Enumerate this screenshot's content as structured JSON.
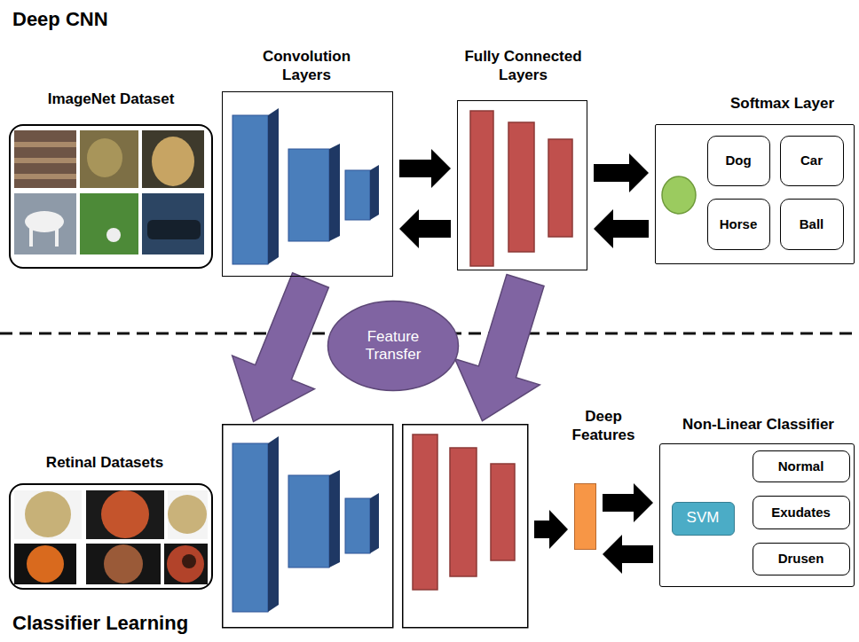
{
  "diagram": {
    "nodes": [
      {
        "text": [
          "ImageNet Dataset"
        ]
      },
      {
        "text": [
          "Convolution Layers"
        ]
      },
      {
        "text": [
          "Fully Connected Layers"
        ]
      },
      {
        "text": [
          "Softmax Layer"
        ]
      },
      {
        "text": [
          "Dog"
        ],
        "in": 3
      },
      {
        "text": [
          "Car"
        ],
        "in": 3
      },
      {
        "text": [
          "Horse"
        ],
        "in": 3
      },
      {
        "text": [
          "Ball"
        ],
        "in": 3
      },
      {
        "text": [
          "Feature Transfer"
        ]
      },
      {
        "text": [
          "Retinal Datasets"
        ]
      },
      {
        "text": [
          "Deep Features"
        ]
      },
      {
        "text": [
          "Non-Linear Classifier"
        ]
      },
      {
        "text": [
          "SVM"
        ],
        "in": 11
      },
      {
        "text": [
          "Normal"
        ],
        "in": 11
      },
      {
        "text": [
          "Exudates"
        ],
        "in": 11
      },
      {
        "text": [
          "Drusen"
        ],
        "in": 11
      }
    ],
    "edges": [
      {
        "from": 1,
        "to": 2,
        "arrow": "to"
      },
      {
        "from": 2,
        "to": 1,
        "arrow": "to"
      },
      {
        "from": 2,
        "to": 3,
        "arrow": "to"
      },
      {
        "from": 3,
        "to": 2,
        "arrow": "to"
      },
      {
        "from": 10,
        "to": 11,
        "arrow": "to"
      },
      {
        "from": 11,
        "to": 10,
        "arrow": "to"
      }
    ],
    "labels": [
      "Deep CNN",
      "Classifier Learning"
    ]
  }
}
